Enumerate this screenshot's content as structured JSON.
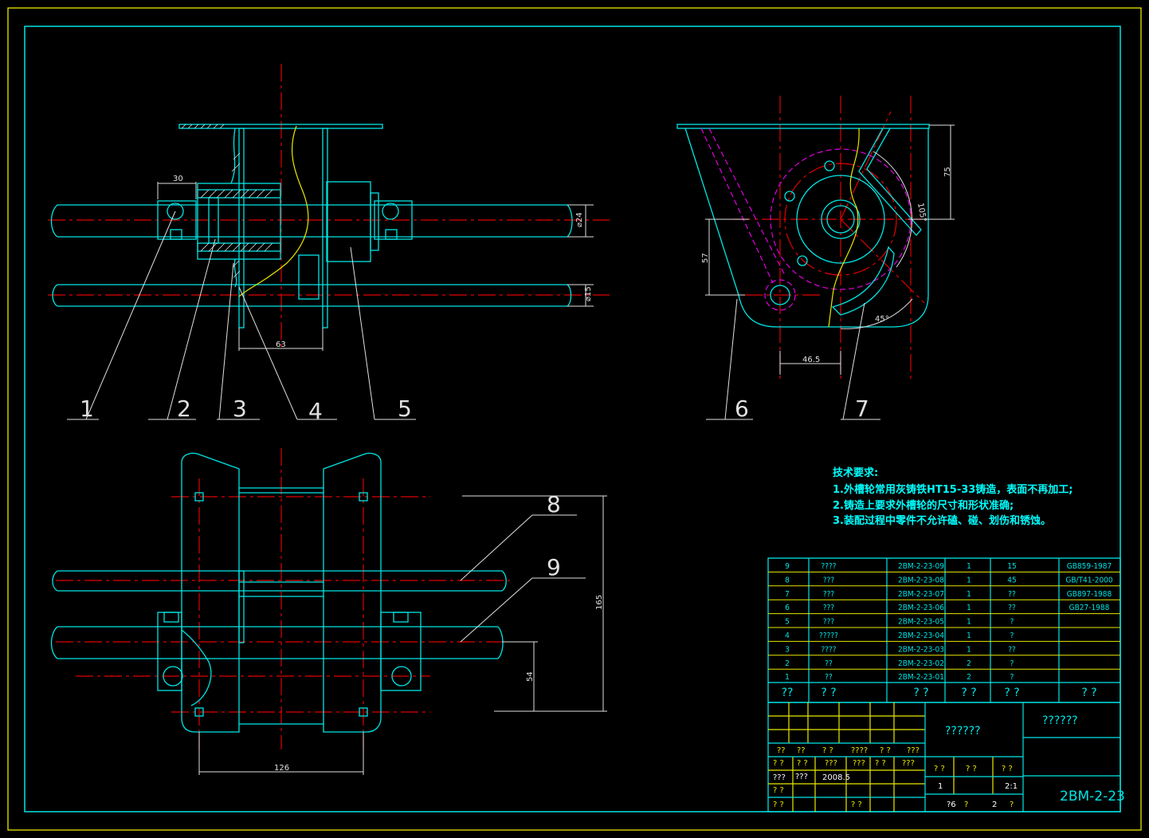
{
  "dimensions": {
    "d30": "30",
    "d24": "⌀24",
    "d15": "⌀15",
    "d63": "63",
    "d75": "75",
    "d105": "105°",
    "d57": "57",
    "d45": "45°",
    "d46": "46.5",
    "d165": "165",
    "d54": "54",
    "d126": "126"
  },
  "balloons": [
    "1",
    "2",
    "3",
    "4",
    "5",
    "6",
    "7",
    "8",
    "9"
  ],
  "tech_requirements": {
    "title": "技术要求:",
    "lines": [
      "1.外槽轮常用灰铸铁HT15-33铸造，表面不再加工;",
      "2.铸造上要求外槽轮的尺寸和形状准确;",
      "3.装配过程中零件不允许磕、碰、划伤和锈蚀。"
    ]
  },
  "parts_table": {
    "rows": [
      [
        "9",
        "????",
        "2BM-2-23-09",
        "1",
        "15",
        "GB859-1987"
      ],
      [
        "8",
        "???",
        "2BM-2-23-08",
        "1",
        "45",
        "GB/T41-2000"
      ],
      [
        "7",
        "???",
        "2BM-2-23-07",
        "1",
        "??",
        "GB897-1988"
      ],
      [
        "6",
        "???",
        "2BM-2-23-06",
        "1",
        "??",
        "GB27-1988"
      ],
      [
        "5",
        "???",
        "2BM-2-23-05",
        "1",
        "?",
        ""
      ],
      [
        "4",
        "?????",
        "2BM-2-23-04",
        "1",
        "?",
        ""
      ],
      [
        "3",
        "????",
        "2BM-2-23-03",
        "1",
        "??",
        ""
      ],
      [
        "2",
        "??",
        "2BM-2-23-02",
        "2",
        "?",
        ""
      ],
      [
        "1",
        "??",
        "2BM-2-23-01",
        "2",
        "?",
        ""
      ]
    ],
    "header": [
      "??",
      "? ?",
      "? ?",
      "? ?",
      "? ?",
      "? ?"
    ]
  },
  "title_block": {
    "row_a": [
      "??",
      "??",
      "? ?",
      "????",
      "? ?",
      "???"
    ],
    "row_b": [
      "? ?",
      "? ?",
      "???",
      "???",
      "? ?",
      "???"
    ],
    "designer_label": "???",
    "designer_name": "???",
    "date": "2008.5",
    "row_d": "? ?",
    "row_e": [
      "? ?",
      "? ?"
    ],
    "part_name": "??????",
    "company": "??????",
    "mid_labels": [
      "? ?",
      "? ?",
      "? ?"
    ],
    "quantity": "1",
    "scale": "2:1",
    "sheet": [
      "?6",
      "?",
      "2",
      "?"
    ],
    "drawing_number": "2BM-2-23"
  }
}
